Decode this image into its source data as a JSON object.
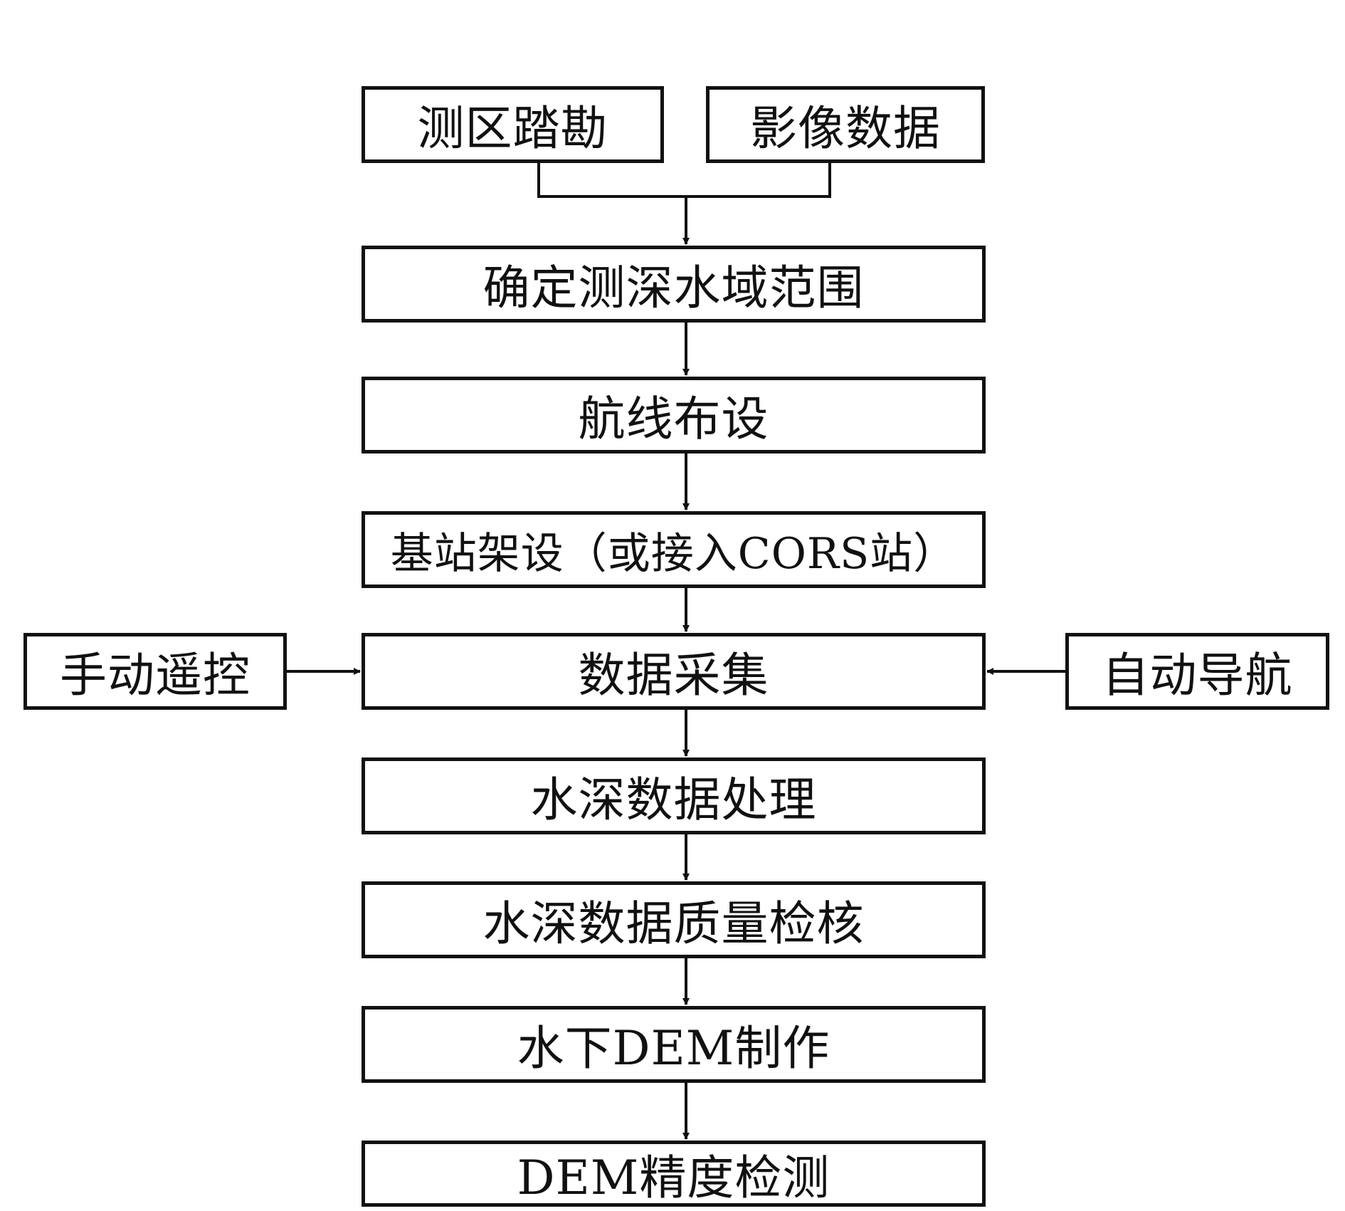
{
  "nodes": {
    "survey": "测区踏勘",
    "imagery": "影像数据",
    "extent": "确定测深水域范围",
    "route": "航线布设",
    "base": "基站架设（或接入CORS站）",
    "manual": "手动遥控",
    "collect": "数据采集",
    "auto": "自动导航",
    "process": "水深数据处理",
    "quality": "水深数据质量检核",
    "dem": "水下DEM制作",
    "accuracy": "DEM精度检测"
  },
  "colors": {
    "stroke": "#111111",
    "background": "#ffffff"
  }
}
